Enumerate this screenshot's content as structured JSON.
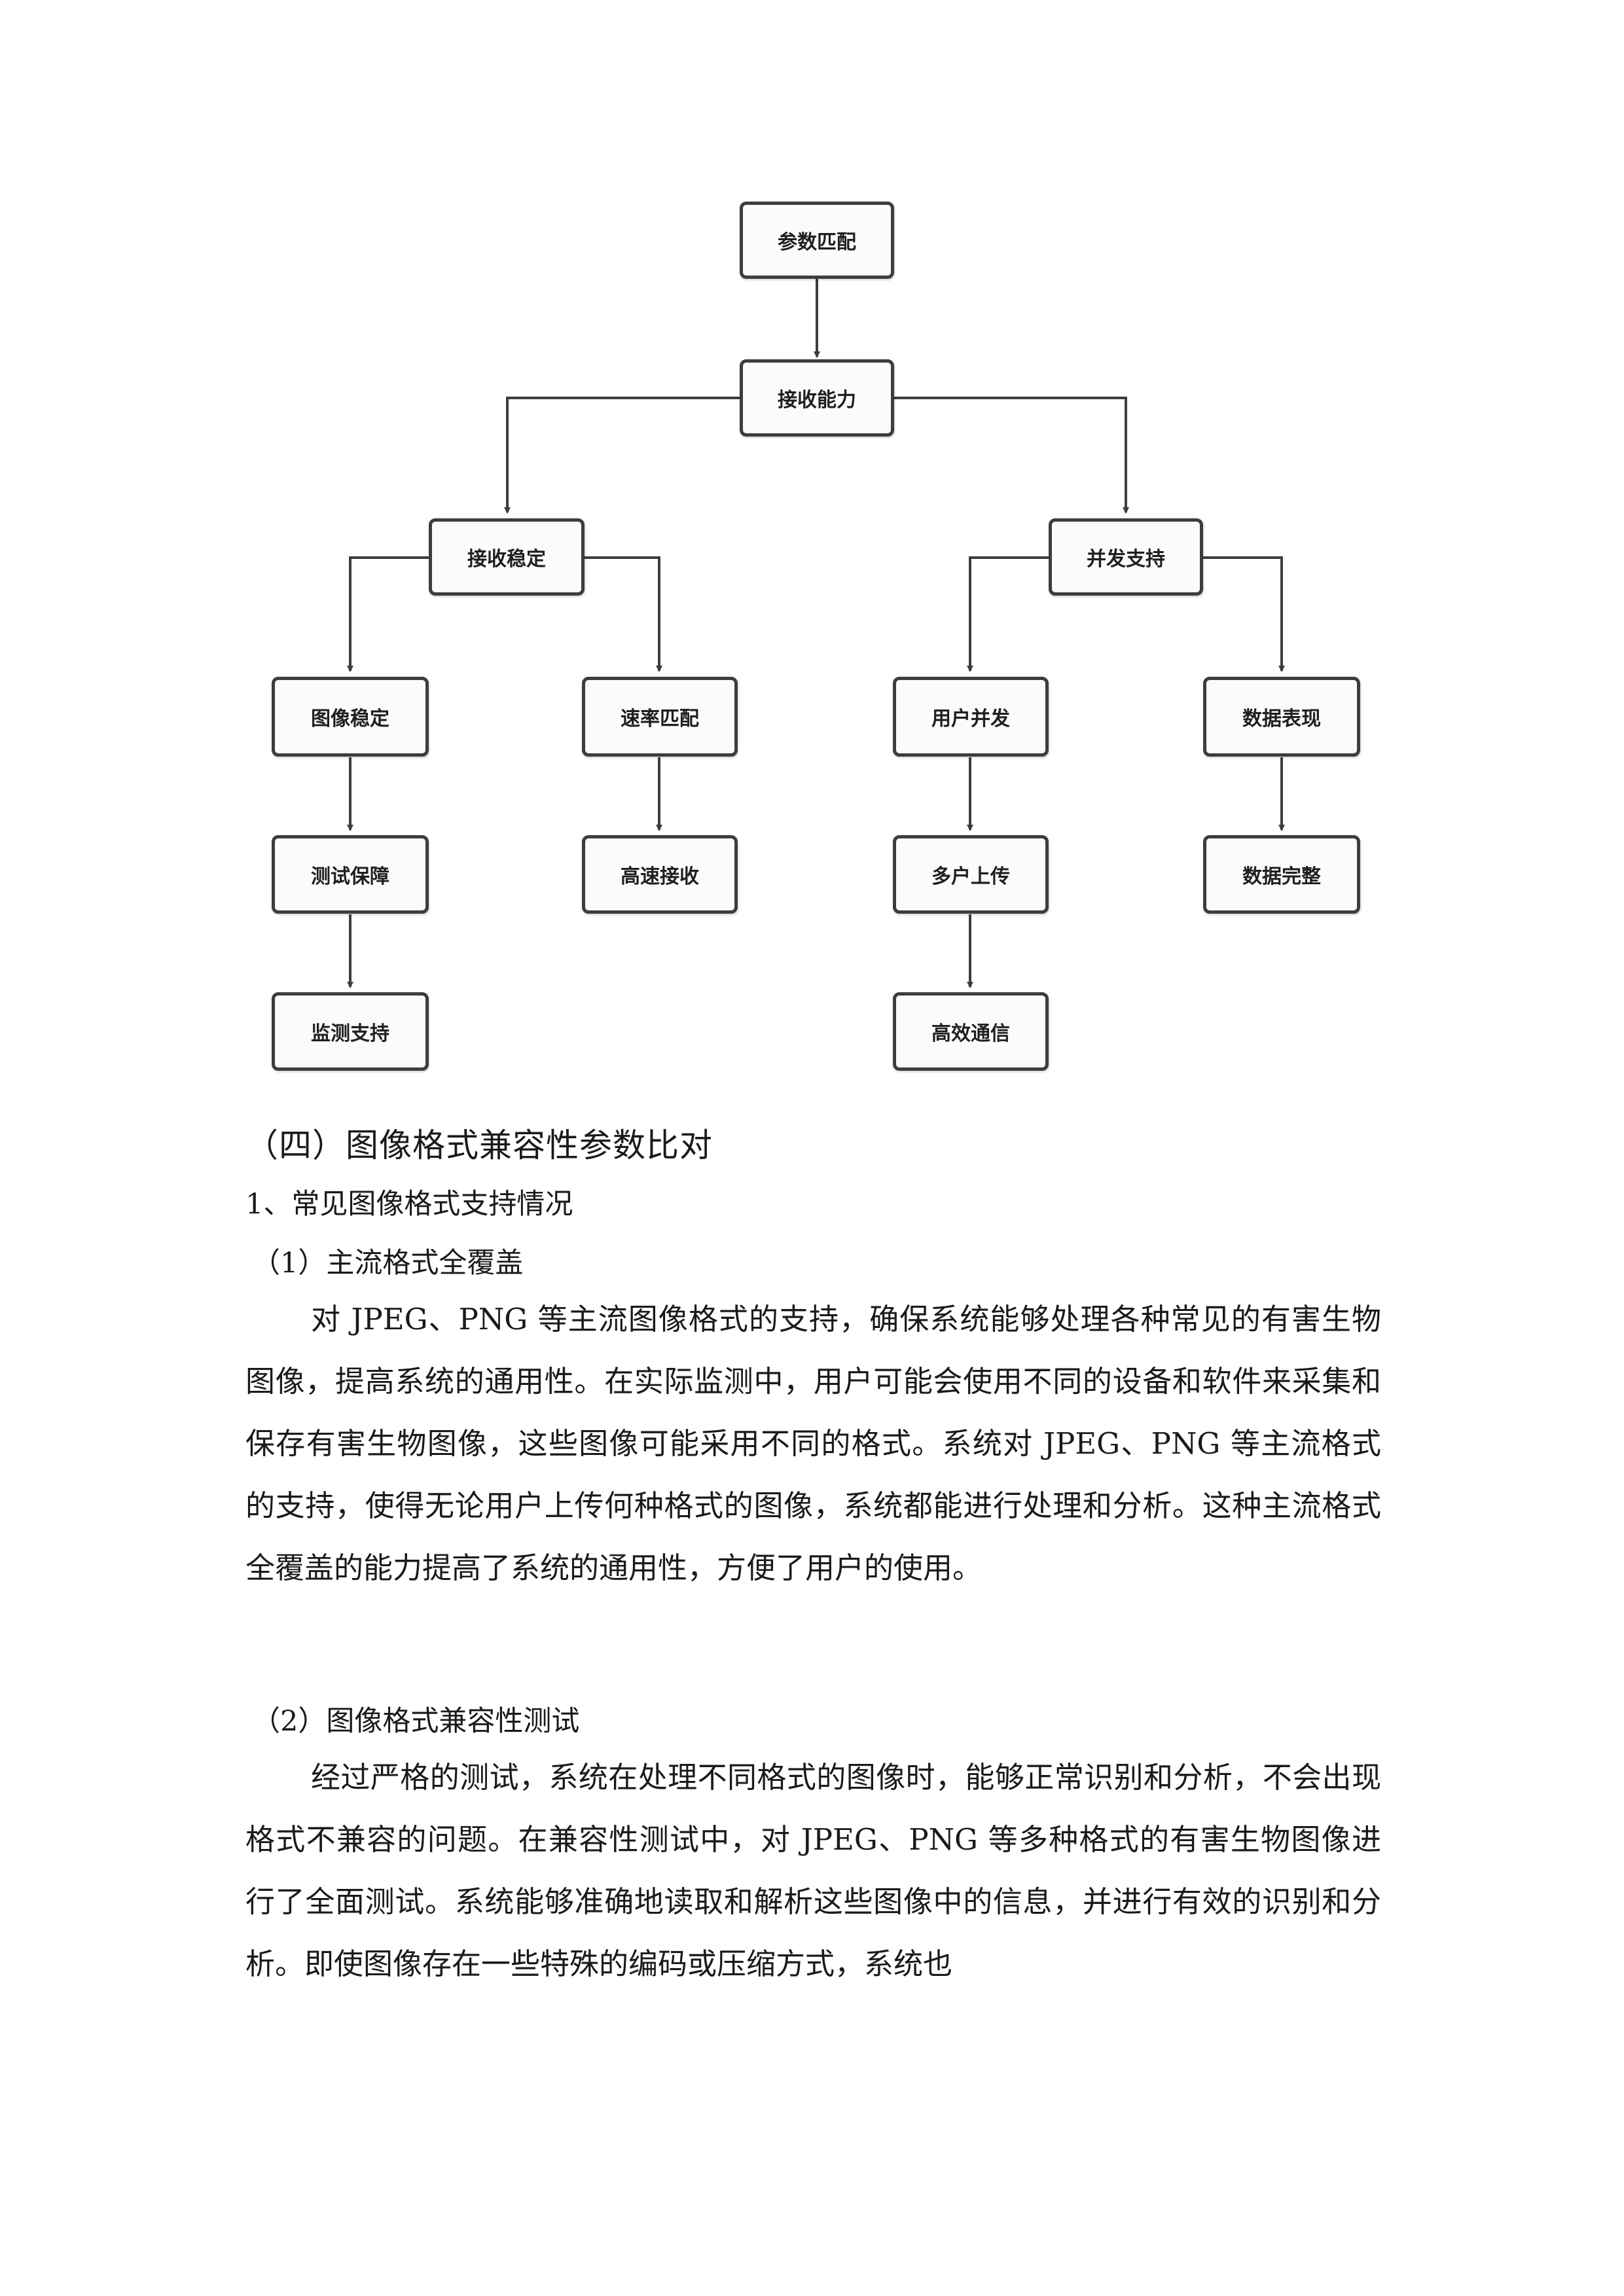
{
  "flowchart": {
    "nodes": {
      "root": "参数匹配",
      "receive": "接收能力",
      "stable": "接收稳定",
      "concurrency": "并发支持",
      "image_stable": "图像稳定",
      "rate_match": "速率匹配",
      "user_concurrency": "用户并发",
      "data_performance": "数据表现",
      "test_guarantee": "测试保障",
      "high_speed_receive": "高速接收",
      "multi_upload": "多户上传",
      "data_complete": "数据完整",
      "monitor_support": "监测支持",
      "efficient_comm": "高效通信"
    }
  },
  "document": {
    "section_title": "（四）图像格式兼容性参数比对",
    "subsection_title": "1、常见图像格式支持情况",
    "item1_title": "（1）主流格式全覆盖",
    "item1_paragraph": "对 JPEG、PNG 等主流图像格式的支持，确保系统能够处理各种常见的有害生物图像，提高系统的通用性。在实际监测中，用户可能会使用不同的设备和软件来采集和保存有害生物图像，这些图像可能采用不同的格式。系统对 JPEG、PNG 等主流格式的支持，使得无论用户上传何种格式的图像，系统都能进行处理和分析。这种主流格式全覆盖的能力提高了系统的通用性，方便了用户的使用。",
    "item2_title": "（2）图像格式兼容性测试",
    "item2_paragraph": "经过严格的测试，系统在处理不同格式的图像时，能够正常识别和分析，不会出现格式不兼容的问题。在兼容性测试中，对 JPEG、PNG 等多种格式的有害生物图像进行了全面测试。系统能够准确地读取和解析这些图像中的信息，并进行有效的识别和分析。即使图像存在一些特殊的编码或压缩方式，系统也"
  }
}
